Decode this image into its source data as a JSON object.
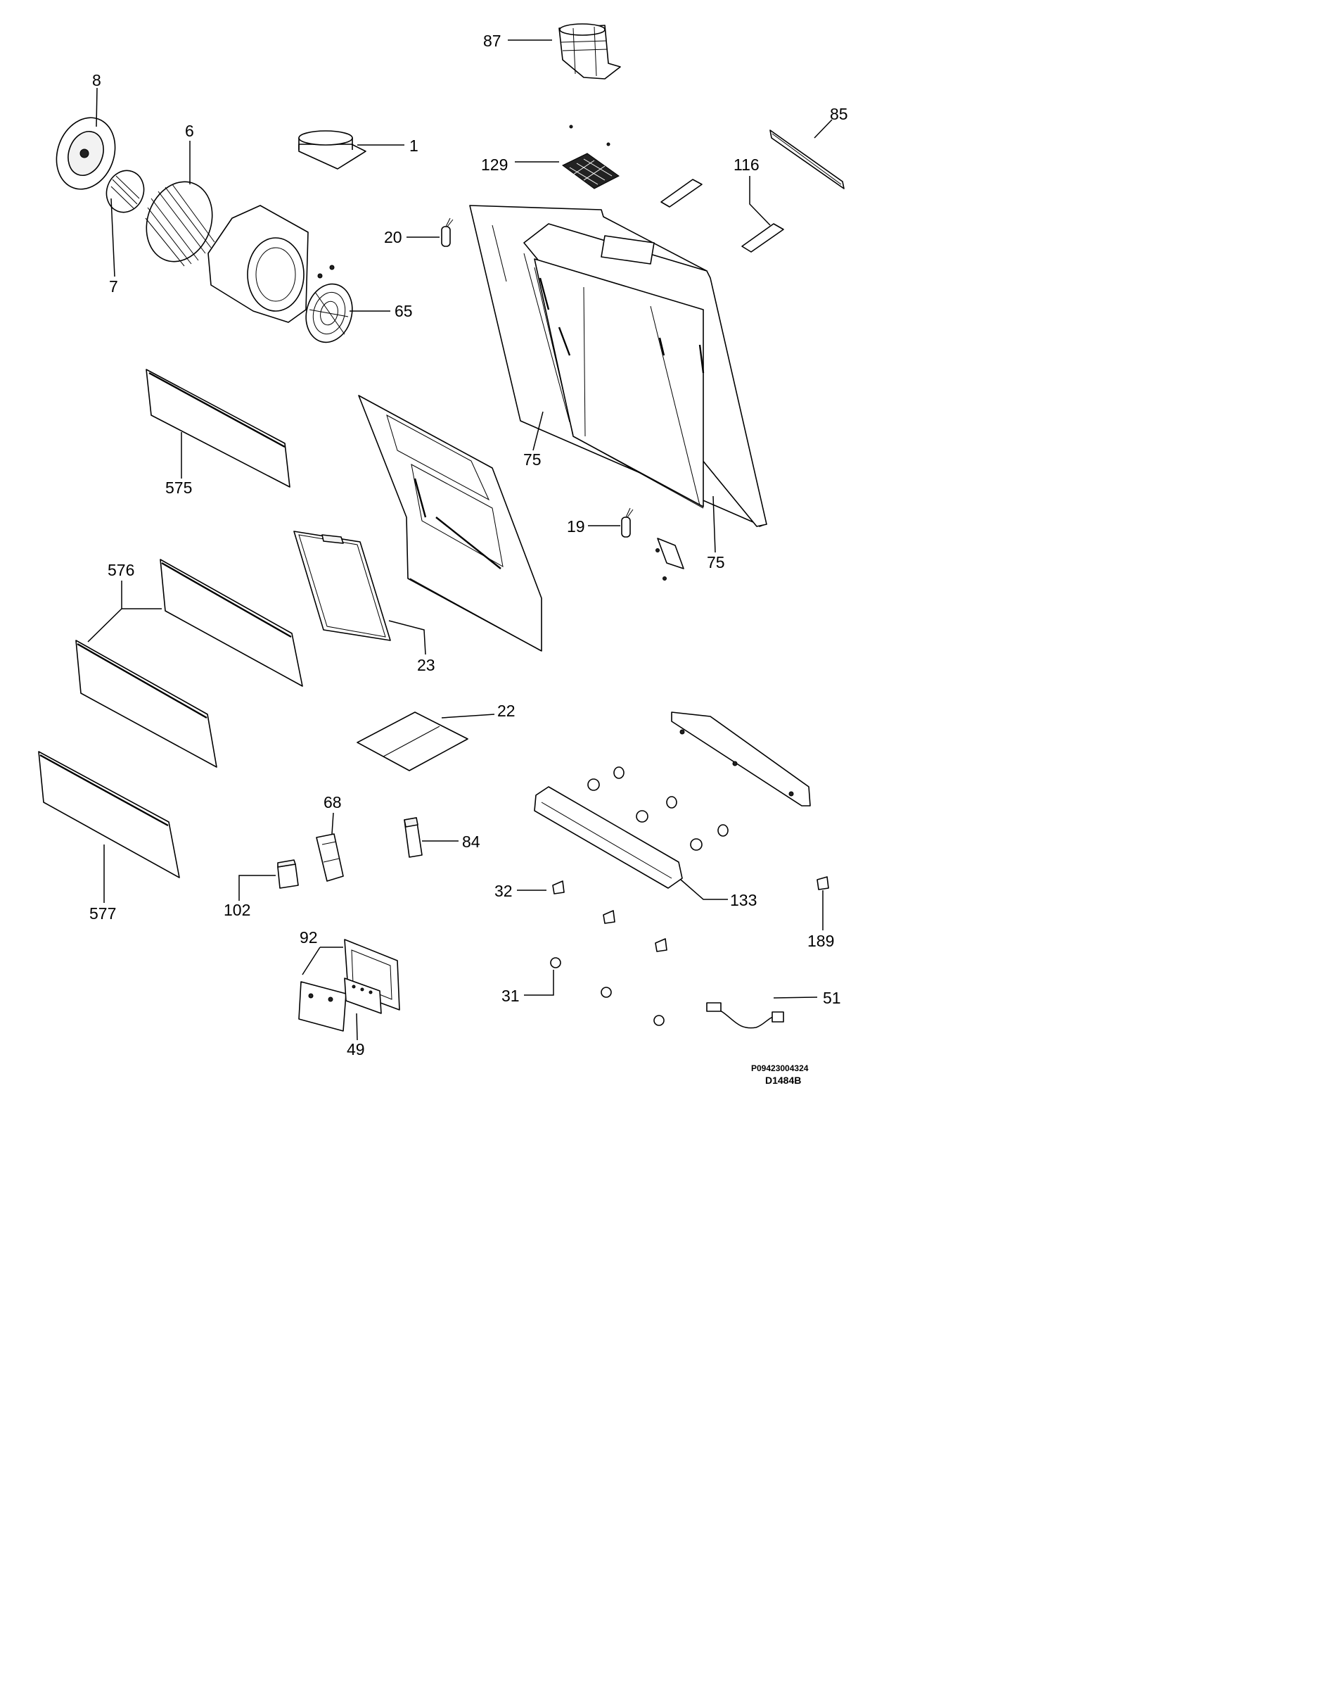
{
  "diagram": {
    "callouts": [
      {
        "id": "87",
        "text": "87"
      },
      {
        "id": "85",
        "text": "85"
      },
      {
        "id": "8",
        "text": "8"
      },
      {
        "id": "6",
        "text": "6"
      },
      {
        "id": "1",
        "text": "1"
      },
      {
        "id": "129",
        "text": "129"
      },
      {
        "id": "116",
        "text": "116"
      },
      {
        "id": "20",
        "text": "20"
      },
      {
        "id": "7",
        "text": "7"
      },
      {
        "id": "65",
        "text": "65"
      },
      {
        "id": "575",
        "text": "575"
      },
      {
        "id": "75a",
        "text": "75"
      },
      {
        "id": "19",
        "text": "19"
      },
      {
        "id": "75b",
        "text": "75"
      },
      {
        "id": "576",
        "text": "576"
      },
      {
        "id": "23",
        "text": "23"
      },
      {
        "id": "22",
        "text": "22"
      },
      {
        "id": "68",
        "text": "68"
      },
      {
        "id": "84",
        "text": "84"
      },
      {
        "id": "577",
        "text": "577"
      },
      {
        "id": "102",
        "text": "102"
      },
      {
        "id": "32",
        "text": "32"
      },
      {
        "id": "133",
        "text": "133"
      },
      {
        "id": "189",
        "text": "189"
      },
      {
        "id": "92",
        "text": "92"
      },
      {
        "id": "31",
        "text": "31"
      },
      {
        "id": "51",
        "text": "51"
      },
      {
        "id": "49",
        "text": "49"
      }
    ],
    "drawing_code": "P09423004324",
    "drawing_id": "D1484B"
  }
}
